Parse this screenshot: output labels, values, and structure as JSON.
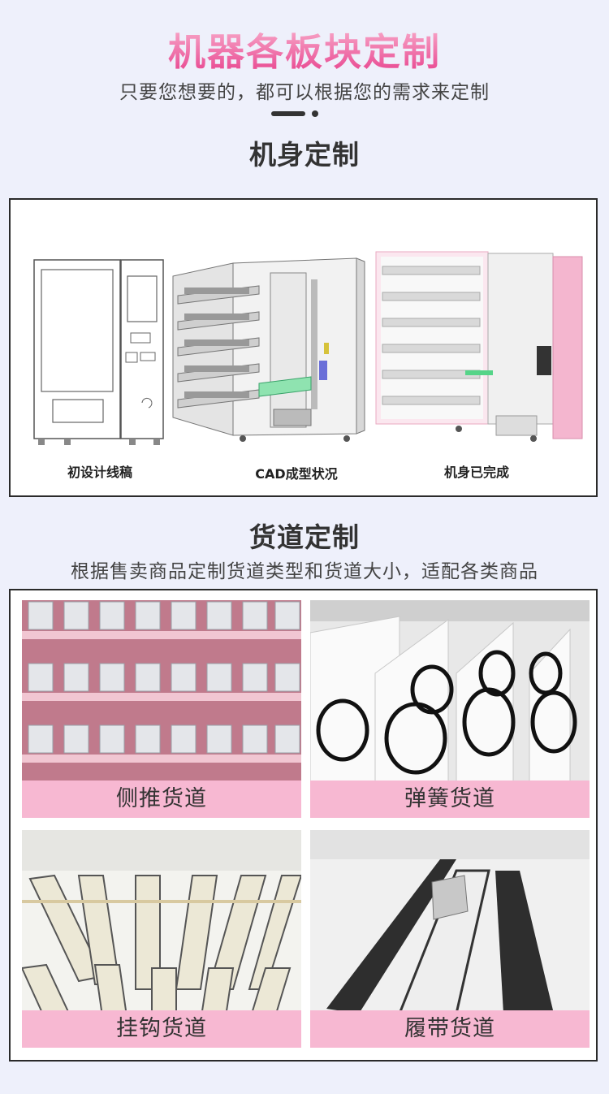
{
  "header": {
    "title": "机器各板块定制",
    "subtitle": "只要您想要的，都可以根据您的需求来定制",
    "title_gradient": [
      "#f58fb8",
      "#e83a8c"
    ]
  },
  "body_section": {
    "title": "机身定制",
    "stages": [
      {
        "label": "初设计线稿",
        "icon": "vending-machine-line-drawing"
      },
      {
        "label": "CAD成型状况",
        "icon": "vending-machine-cad-model"
      },
      {
        "label": "机身已完成",
        "icon": "vending-machine-finished-body"
      }
    ]
  },
  "channel_section": {
    "title": "货道定制",
    "description": "根据售卖商品定制货道类型和货道大小，适配各类商品",
    "channels": [
      {
        "label": "侧推货道"
      },
      {
        "label": "弹簧货道"
      },
      {
        "label": "挂钩货道"
      },
      {
        "label": "履带货道"
      }
    ],
    "label_color": "#f7b8d2"
  }
}
